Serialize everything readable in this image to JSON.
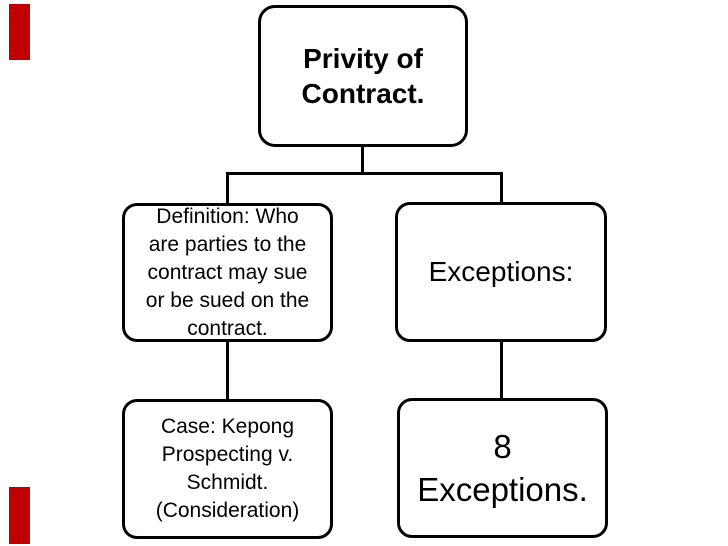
{
  "slide": {
    "background_color": "#ffffff",
    "accent_bars": {
      "color": "#c00000",
      "position": "left-edge",
      "bars": [
        "top-left",
        "bottom-left"
      ]
    }
  },
  "diagram": {
    "type": "hierarchy",
    "colors": {
      "node_fill": "#ffffff",
      "node_border": "#000000",
      "connector": "#000000",
      "text": "#000000"
    },
    "nodes": [
      {
        "id": "root",
        "level": 1,
        "bold": true,
        "text": "Privity of\nContract."
      },
      {
        "id": "definition",
        "level": 2,
        "parent": "root",
        "text": "Definition: Who\nare parties to the\ncontract may sue\nor be sued on the\ncontract."
      },
      {
        "id": "exceptions",
        "level": 2,
        "parent": "root",
        "text": "Exceptions:"
      },
      {
        "id": "case",
        "level": 3,
        "parent": "definition",
        "text": "Case: Kepong\nProspecting v.\nSchmidt.\n(Consideration)"
      },
      {
        "id": "eight-exceptions",
        "level": 3,
        "parent": "exceptions",
        "text": "8\nExceptions."
      }
    ],
    "edges": [
      {
        "from": "root",
        "to": "definition"
      },
      {
        "from": "root",
        "to": "exceptions"
      },
      {
        "from": "definition",
        "to": "case"
      },
      {
        "from": "exceptions",
        "to": "eight-exceptions"
      }
    ]
  }
}
